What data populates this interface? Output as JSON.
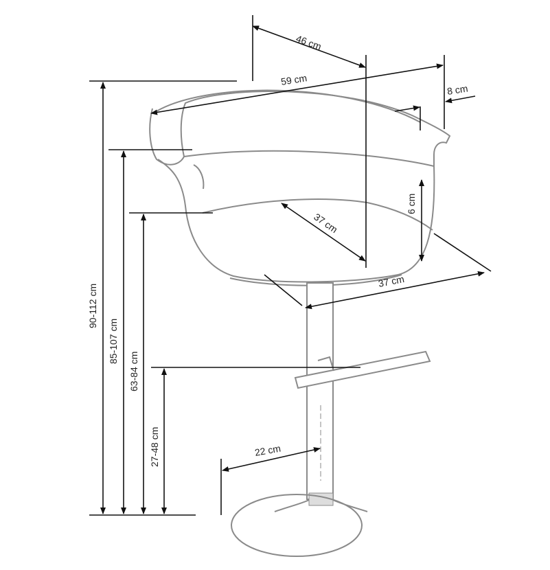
{
  "dimensions": {
    "depth_top": "46 cm",
    "width_top": "59 cm",
    "armrest_width": "8 cm",
    "armrest_height": "6 cm",
    "seat_depth": "37 cm",
    "seat_width": "37 cm",
    "total_height": "90-112 cm",
    "armrest_floor_height": "85-107 cm",
    "seat_height": "63-84 cm",
    "footrest_height": "27-48 cm",
    "base_radius": "22 cm"
  },
  "colors": {
    "chair_outline": "#8a8a8a",
    "dimension_lines": "#111111"
  }
}
